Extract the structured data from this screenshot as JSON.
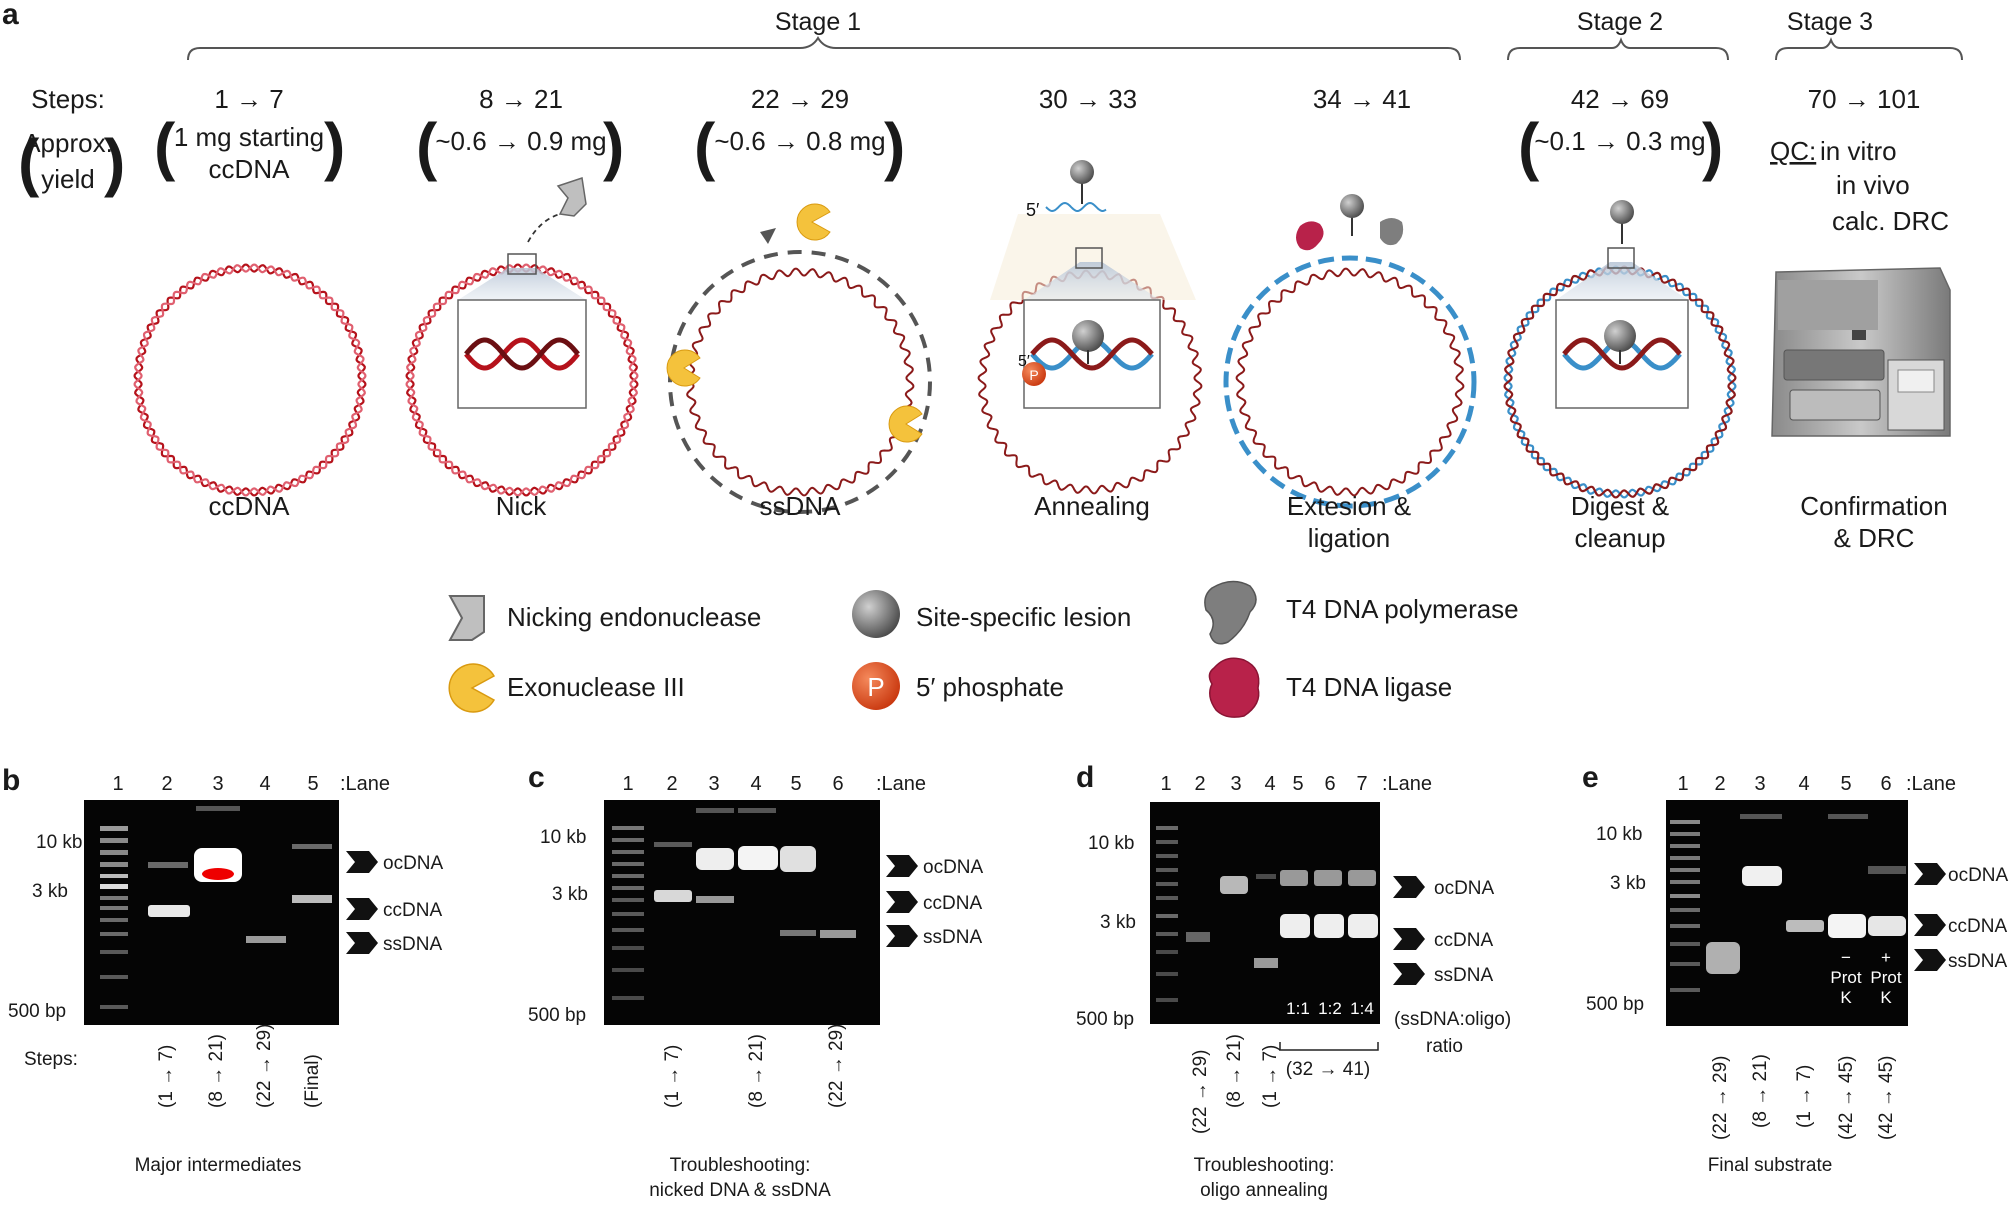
{
  "panel_a": {
    "letter": "a",
    "stages": [
      "Stage 1",
      "Stage 2",
      "Stage 3"
    ],
    "steps_label": "Steps:",
    "yield_label_1": "Approx.",
    "yield_label_2": "yield",
    "columns": [
      {
        "steps": "1 → 7",
        "yield1": "1 mg starting",
        "yield2": "ccDNA",
        "label1": "ccDNA",
        "label2": ""
      },
      {
        "steps": "8 → 21",
        "yield1": "~0.6 → 0.9 mg",
        "yield2": "",
        "label1": "Nick",
        "label2": ""
      },
      {
        "steps": "22 → 29",
        "yield1": "~0.6 → 0.8 mg",
        "yield2": "",
        "label1": "ssDNA",
        "label2": ""
      },
      {
        "steps": "30 → 33",
        "yield1": "",
        "yield2": "",
        "label1": "Annealing",
        "label2": ""
      },
      {
        "steps": "34 → 41",
        "yield1": "",
        "yield2": "",
        "label1": "Extesion &",
        "label2": "ligation"
      },
      {
        "steps": "42 → 69",
        "yield1": "~0.1 → 0.3 mg",
        "yield2": "",
        "label1": "Digest &",
        "label2": "cleanup"
      },
      {
        "steps": "70 → 101",
        "yield1": "",
        "yield2": "",
        "label1": "Confirmation",
        "label2": "& DRC"
      }
    ],
    "qc_label": "QC:",
    "qc_items": [
      "in vitro",
      "in vivo",
      "calc. DRC"
    ],
    "five_prime": "5′",
    "p_letter": "P",
    "legend": [
      {
        "icon": "nicking-endonuclease-icon",
        "text": "Nicking endonuclease"
      },
      {
        "icon": "exonuclease-icon",
        "text": "Exonuclease III"
      },
      {
        "icon": "lesion-icon",
        "text": "Site-specific lesion"
      },
      {
        "icon": "phosphate-icon",
        "text": "5′ phosphate"
      },
      {
        "icon": "polymerase-icon",
        "text": "T4 DNA polymerase"
      },
      {
        "icon": "ligase-icon",
        "text": "T4 DNA ligase"
      }
    ],
    "colors": {
      "ccdna_red": "#b5121b",
      "dna_blue": "#3a8fc9",
      "lesion_gray": "#777777",
      "exo_yellow": "#f4c23c",
      "phosphate_red": "#e04a1f",
      "ligase_red": "#b8224a"
    }
  },
  "gels": {
    "lane_suffix": ":Lane",
    "b": {
      "letter": "b",
      "lanes": [
        "1",
        "2",
        "3",
        "4",
        "5"
      ],
      "ladder": [
        "10 kb",
        "3 kb",
        "500 bp"
      ],
      "bands": [
        "ocDNA",
        "ccDNA",
        "ssDNA"
      ],
      "steps_label": "Steps:",
      "lane_steps": [
        "(1 → 7)",
        "(8 → 21)",
        "(22 → 29)",
        "(Final)"
      ],
      "caption": [
        "Major intermediates"
      ]
    },
    "c": {
      "letter": "c",
      "lanes": [
        "1",
        "2",
        "3",
        "4",
        "5",
        "6"
      ],
      "ladder": [
        "10 kb",
        "3 kb",
        "500 bp"
      ],
      "bands": [
        "ocDNA",
        "ccDNA",
        "ssDNA"
      ],
      "lane_steps": [
        "(1 → 7)",
        "(8 → 21)",
        "(22 → 29)"
      ],
      "caption": [
        "Troubleshooting:",
        "nicked DNA & ssDNA"
      ]
    },
    "d": {
      "letter": "d",
      "lanes": [
        "1",
        "2",
        "3",
        "4",
        "5",
        "6",
        "7"
      ],
      "ladder": [
        "10 kb",
        "3 kb",
        "500 bp"
      ],
      "bands": [
        "ocDNA",
        "ccDNA",
        "ssDNA"
      ],
      "ratios": [
        "1:1",
        "1:2",
        "1:4"
      ],
      "ratio_label": [
        "(ssDNA:oligo)",
        "ratio"
      ],
      "group_steps": "(32 → 41)",
      "lane_steps": [
        "(22 → 29)",
        "(8 → 21)",
        "(1 → 7)"
      ],
      "caption": [
        "Troubleshooting:",
        "oligo annealing"
      ]
    },
    "e": {
      "letter": "e",
      "lanes": [
        "1",
        "2",
        "3",
        "4",
        "5",
        "6"
      ],
      "ladder": [
        "10 kb",
        "3 kb",
        "500 bp"
      ],
      "bands": [
        "ocDNA",
        "ccDNA",
        "ssDNA"
      ],
      "protk": [
        {
          "sign": "−",
          "l1": "Prot",
          "l2": "K"
        },
        {
          "sign": "+",
          "l1": "Prot",
          "l2": "K"
        }
      ],
      "lane_steps": [
        "(22 → 29)",
        "(8 → 21)",
        "(1 → 7)",
        "(42 → 45)",
        "(42 → 45)"
      ],
      "caption": [
        "Final substrate"
      ]
    }
  }
}
